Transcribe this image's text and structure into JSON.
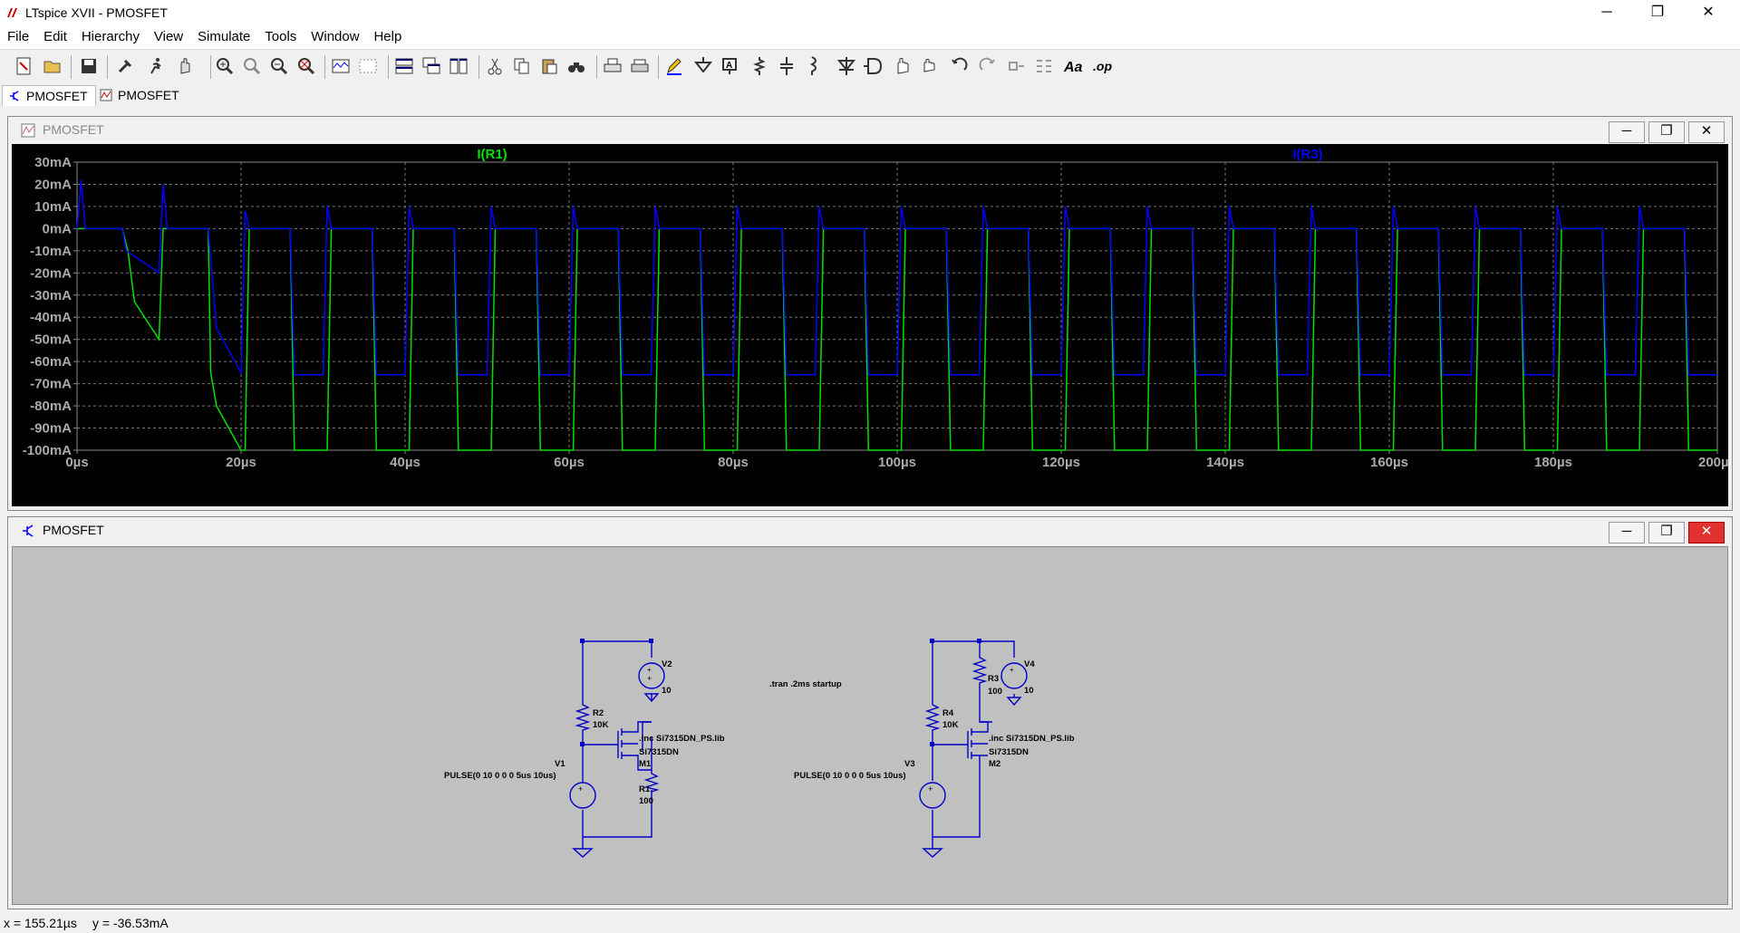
{
  "window": {
    "title": "LTspice XVII - PMOSFET",
    "min": "─",
    "restore": "❐",
    "close": "✕"
  },
  "menu": [
    "File",
    "Edit",
    "Hierarchy",
    "View",
    "Simulate",
    "Tools",
    "Window",
    "Help"
  ],
  "toolbar_icons": [
    "new-schematic-icon",
    "open-icon",
    "save-icon",
    "control-panel-icon",
    "run-icon",
    "halt-icon",
    "zoom-in-icon",
    "pan-icon",
    "zoom-out-icon",
    "zoom-fit-icon",
    "autorange-icon",
    "grid-icon",
    "tile-horizontal-icon",
    "cascade-icon",
    "tile-vertical-icon",
    "cut-icon",
    "copy-icon",
    "paste-icon",
    "find-icon",
    "print-icon",
    "print-setup-icon",
    "pencil-icon",
    "ground-icon",
    "label-icon",
    "resistor-icon",
    "capacitor-icon",
    "inductor-icon",
    "diode-icon",
    "component-icon",
    "move-icon",
    "drag-icon",
    "undo-icon",
    "redo-icon",
    "rotate-icon",
    "mirror-icon",
    "text-icon",
    "spice-directive-icon"
  ],
  "tabs": [
    {
      "label": "PMOSFET",
      "kind": "schematic"
    },
    {
      "label": "PMOSFET",
      "kind": "waveform"
    }
  ],
  "waveform_window": {
    "title": "PMOSFET"
  },
  "schematic_window": {
    "title": "PMOSFET"
  },
  "chart_data": {
    "type": "line",
    "xlabel": "",
    "ylabel": "",
    "xlim": [
      0,
      200
    ],
    "ylim": [
      -100,
      30
    ],
    "x_unit": "µs",
    "x_ticks": [
      "0µs",
      "20µs",
      "40µs",
      "60µs",
      "80µs",
      "100µs",
      "120µs",
      "140µs",
      "160µs",
      "180µs",
      "200µs"
    ],
    "y_ticks": [
      "30mA",
      "20mA",
      "10mA",
      "0mA",
      "-10mA",
      "-20mA",
      "-30mA",
      "-40mA",
      "-50mA",
      "-60mA",
      "-70mA",
      "-80mA",
      "-90mA",
      "-100mA"
    ],
    "grid": true,
    "series": [
      {
        "name": "I(R1)",
        "color": "#00e000",
        "x": [
          0,
          5.5,
          6.2,
          7,
          10,
          10.5,
          12,
          16,
          16.3,
          17,
          20,
          20.5,
          21,
          26,
          26.5,
          30,
          30.5,
          31,
          36,
          36.5,
          40,
          40.5,
          41,
          46,
          46.5,
          50,
          50.5,
          51,
          56,
          56.5,
          60,
          60.5,
          61,
          66,
          66.5,
          70,
          70.5,
          71,
          76,
          76.5,
          80,
          80.5,
          81,
          86,
          86.5,
          90,
          90.5,
          91,
          96,
          96.5,
          100,
          100.5,
          101,
          106,
          106.5,
          110,
          110.5,
          111,
          116,
          116.5,
          120,
          120.5,
          121,
          126,
          126.5,
          130,
          130.5,
          131,
          136,
          136.5,
          140,
          140.5,
          141,
          146,
          146.5,
          150,
          150.5,
          151,
          156,
          156.5,
          160,
          160.5,
          161,
          166,
          166.5,
          170,
          170.5,
          171,
          176,
          176.5,
          180,
          180.5,
          181,
          186,
          186.5,
          190,
          190.5,
          191,
          196,
          196.5,
          200
        ],
        "y": [
          0,
          0,
          -10,
          -33,
          -50,
          0,
          0,
          0,
          -65,
          -80,
          -100,
          -100,
          0,
          0,
          -100,
          -100,
          -100,
          0,
          0,
          -100,
          -100,
          -100,
          0,
          0,
          -100,
          -100,
          -100,
          0,
          0,
          -100,
          -100,
          -100,
          0,
          0,
          -100,
          -100,
          -100,
          0,
          0,
          -100,
          -100,
          -100,
          0,
          0,
          -100,
          -100,
          -100,
          0,
          0,
          -100,
          -100,
          -100,
          0,
          0,
          -100,
          -100,
          -100,
          0,
          0,
          -100,
          -100,
          -100,
          0,
          0,
          -100,
          -100,
          -100,
          0,
          0,
          -100,
          -100,
          -100,
          0,
          0,
          -100,
          -100,
          -100,
          0,
          0,
          -100,
          -100,
          -100,
          0,
          0,
          -100,
          -100,
          -100,
          0,
          0,
          -100,
          -100,
          -100,
          0,
          0,
          -100,
          -100,
          -100,
          0,
          0,
          -100,
          -100
        ]
      },
      {
        "name": "I(R3)",
        "color": "#0000ff",
        "x": [
          0,
          0.5,
          1,
          1.5,
          5.5,
          6,
          10,
          10.5,
          11,
          11.5,
          16,
          17,
          20,
          20.5,
          21,
          26,
          26.5,
          30,
          30.5,
          31,
          36,
          36.5,
          40,
          40.5,
          41,
          46,
          46.5,
          50,
          50.5,
          51,
          56,
          56.5,
          60,
          60.5,
          61,
          66,
          66.5,
          70,
          70.5,
          71,
          76,
          76.5,
          80,
          80.5,
          81,
          86,
          86.5,
          90,
          90.5,
          91,
          96,
          96.5,
          100,
          100.5,
          101,
          106,
          106.5,
          110,
          110.5,
          111,
          116,
          116.5,
          120,
          120.5,
          121,
          126,
          126.5,
          130,
          130.5,
          131,
          136,
          136.5,
          140,
          140.5,
          141,
          146,
          146.5,
          150,
          150.5,
          151,
          156,
          156.5,
          160,
          160.5,
          161,
          166,
          166.5,
          170,
          170.5,
          171,
          176,
          176.5,
          180,
          180.5,
          181,
          186,
          186.5,
          190,
          190.5,
          191,
          196,
          196.5,
          200
        ],
        "y": [
          0,
          22,
          0,
          0,
          0,
          -10,
          -20,
          20,
          0,
          0,
          0,
          -45,
          -65,
          8,
          0,
          0,
          -66,
          -66,
          10,
          0,
          0,
          -66,
          -66,
          10,
          0,
          0,
          -66,
          -66,
          10,
          0,
          0,
          -66,
          -66,
          10,
          0,
          0,
          -66,
          -66,
          10,
          0,
          0,
          -66,
          -66,
          10,
          0,
          0,
          -66,
          -66,
          10,
          0,
          0,
          -66,
          -66,
          10,
          0,
          0,
          -66,
          -66,
          10,
          0,
          0,
          -66,
          -66,
          10,
          0,
          0,
          -66,
          -66,
          10,
          0,
          0,
          -66,
          -66,
          10,
          0,
          0,
          -66,
          -66,
          10,
          0,
          0,
          -66,
          -66,
          10,
          0,
          0,
          -66,
          -66,
          10,
          0,
          0,
          -66,
          -66,
          10,
          0,
          0,
          -66,
          -66,
          10,
          0,
          0,
          -66,
          -66
        ]
      }
    ]
  },
  "schematic": {
    "left": {
      "v_supply": "V2",
      "v_supply_val": "10",
      "r_gate": "R2",
      "r_gate_val": "10K",
      "inc": ".inc Si7315DN_PS.lib",
      "model": "Si7315DN",
      "mos": "M1",
      "v_pulse": "V1",
      "pulse": "PULSE(0 10 0 0 0 5us 10us)",
      "r_load": "R1",
      "r_load_val": "100"
    },
    "directive": ".tran .2ms startup",
    "right": {
      "v_supply": "V4",
      "v_supply_val": "10",
      "r_top": "R3",
      "r_top_val": "100",
      "r_gate": "R4",
      "r_gate_val": "10K",
      "inc": ".inc Si7315DN_PS.lib",
      "model": "Si7315DN",
      "mos": "M2",
      "v_pulse": "V3",
      "pulse": "PULSE(0 10 0 0 0 5us 10us)"
    }
  },
  "status": {
    "x": "x = 155.21µs",
    "y": "y = -36.53mA"
  }
}
